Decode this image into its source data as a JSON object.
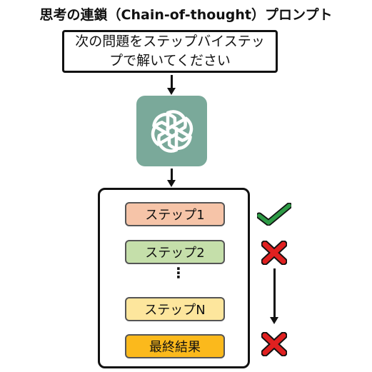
{
  "title": "思考の連鎖（Chain-of-thought）プロンプト",
  "prompt": {
    "line1": "次の問題をステップバイステッ",
    "line2": "プで解いてください"
  },
  "logo": {
    "icon": "openai-knot-icon",
    "background": "#7aa99a"
  },
  "steps": [
    {
      "label": "ステップ1",
      "color": "#f6c4a8",
      "status": "correct"
    },
    {
      "label": "ステップ2",
      "color": "#c5dfaa",
      "status": "wrong"
    },
    {
      "label": "ステップN",
      "color": "#fde69d",
      "status": ""
    },
    {
      "label": "最終結果",
      "color": "#fbb91c",
      "status": "wrong"
    }
  ],
  "ellipsis": "⋮",
  "colors": {
    "check": "#2e9b46",
    "cross": "#e02020",
    "outline": "#111111"
  }
}
